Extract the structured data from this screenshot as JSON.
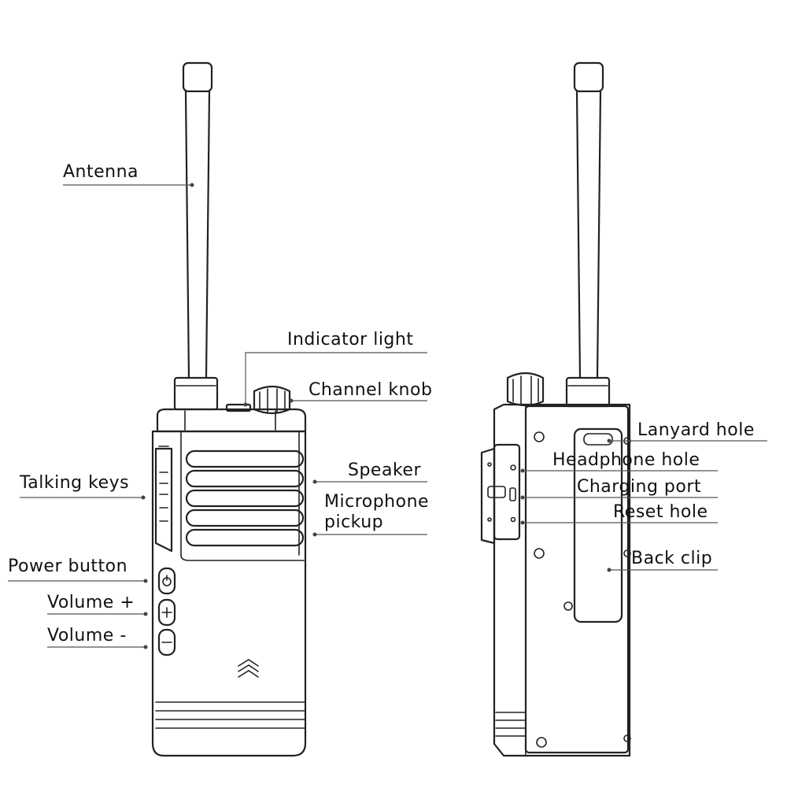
{
  "labels": {
    "antenna": "Antenna",
    "indicator_light": "Indicator light",
    "channel_knob": "Channel knob",
    "speaker": "Speaker",
    "microphone_pickup_1": "Microphone",
    "microphone_pickup_2": "pickup",
    "talking_keys": "Talking keys",
    "power_button": "Power button",
    "volume_plus": "Volume +",
    "volume_minus": "Volume -",
    "lanyard_hole": "Lanyard hole",
    "headphone_hole": "Headphone hole",
    "charging_port": "Charging port",
    "reset_hole": "Reset hole",
    "back_clip": "Back clip"
  },
  "colors": {
    "line": "#222222",
    "text": "#111111",
    "background": "#ffffff"
  }
}
